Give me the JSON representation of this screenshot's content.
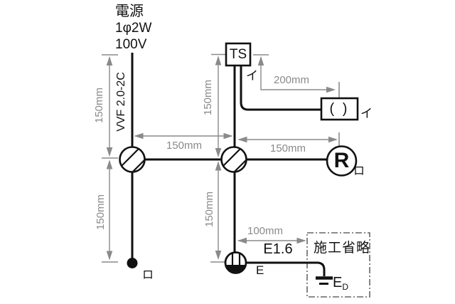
{
  "source": {
    "line1": "電源",
    "line2": "1φ2W",
    "line3": "100V"
  },
  "cable": {
    "label": "VVF 2.0-2C"
  },
  "components": {
    "timer_switch": {
      "label": "TS",
      "mark": "イ"
    },
    "ceiling_receptacle": {
      "symbol": "( )",
      "mark": "イ"
    },
    "lamp_receptacle": {
      "symbol": "R",
      "mark": "ロ"
    },
    "switch": {
      "mark": "ロ"
    },
    "joint": {
      "label": "E"
    },
    "conduit": {
      "label": "E1.6"
    },
    "omitted": {
      "label": "施工省略"
    },
    "earth": {
      "label": "E",
      "subscript": "D"
    }
  },
  "dimensions": {
    "v_left_upper": "150mm",
    "v_left_lower": "150mm",
    "v_ts": "150mm",
    "v_lower": "150mm",
    "h_mid": "150mm",
    "h_right": "150mm",
    "h_top": "200mm",
    "h_bottom": "100mm"
  },
  "colors": {
    "wire": "#111111",
    "dimension": "#8a8a8a",
    "background": "#ffffff"
  }
}
